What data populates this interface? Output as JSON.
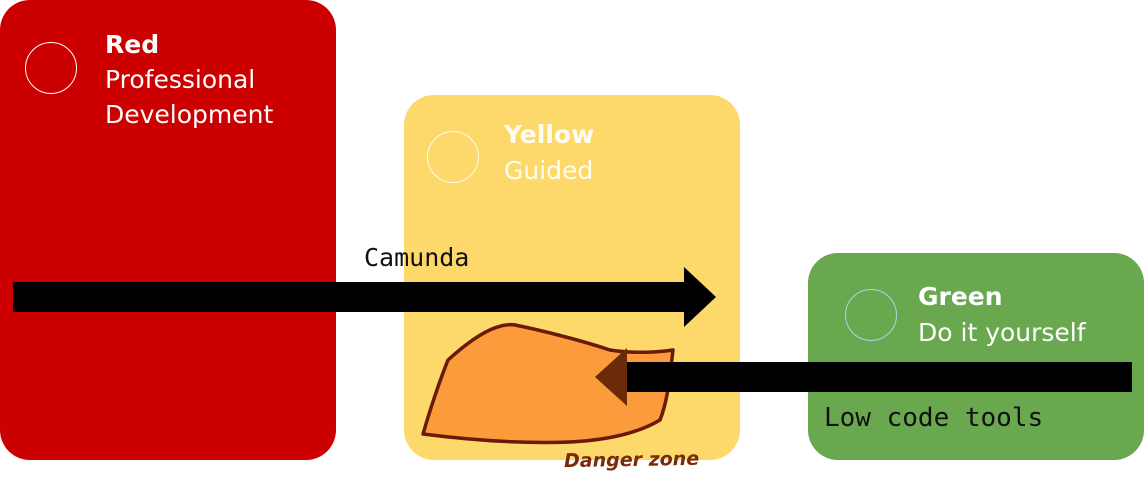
{
  "cards": [
    {
      "id": "red",
      "title": "Red",
      "subtitle": "Professional Development",
      "color": "#cc0000"
    },
    {
      "id": "yellow",
      "title": "Yellow",
      "subtitle": "Guided",
      "color": "#fcd96a"
    },
    {
      "id": "green",
      "title": "Green",
      "subtitle": "Do it yourself",
      "color": "#6aa84f"
    }
  ],
  "arrows": {
    "camunda": {
      "label": "Camunda",
      "direction": "right",
      "color": "#000000"
    },
    "low_code": {
      "label": "Low code tools",
      "direction": "left",
      "color": "#000000"
    }
  },
  "danger_zone": {
    "label": "Danger zone",
    "fill": "#fb9b3c",
    "stroke": "#6b1a0a"
  }
}
